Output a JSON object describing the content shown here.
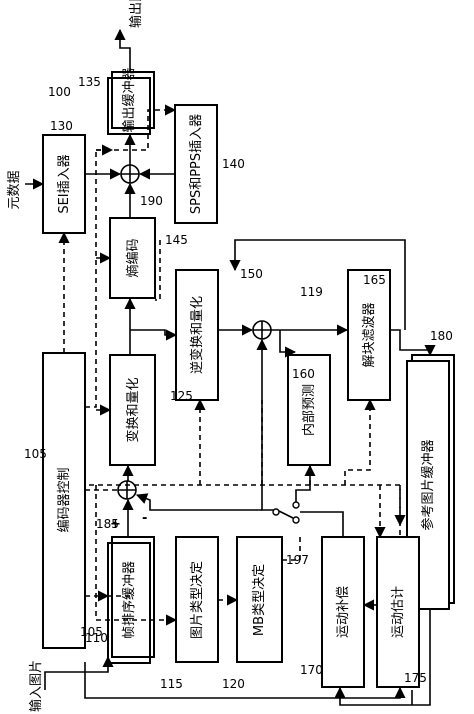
{
  "figure_number": "100",
  "blocks": {
    "encoder_control": {
      "label": "编码器控制",
      "ref": "105"
    },
    "frame_reorder": {
      "label": "帧排序缓冲器",
      "ref": "110"
    },
    "picture_type": {
      "label": "图片类型决定",
      "ref": "115"
    },
    "mb_type": {
      "label": "MB类型决定",
      "ref": "120"
    },
    "transform_quant": {
      "label": "变换和量化",
      "ref": "125"
    },
    "sei_inserter": {
      "label": "SEI插入器",
      "ref": "130"
    },
    "output_buffer": {
      "label": "输出缓冲器",
      "ref": "135"
    },
    "sps_pps": {
      "label": "SPS和PPS插入器",
      "ref": "140"
    },
    "entropy": {
      "label": "熵编码",
      "ref": "145"
    },
    "inverse_tq": {
      "label": "逆变换和量化",
      "ref": "150"
    },
    "intra_pred": {
      "label": "内部预测",
      "ref": "160"
    },
    "deblock": {
      "label": "解块滤波器",
      "ref": "165"
    },
    "motion_comp": {
      "label": "运动补偿",
      "ref": "170"
    },
    "motion_est": {
      "label": "运动估计",
      "ref": "175"
    },
    "ref_buffer": {
      "label": "参考图片缓冲器",
      "ref": "180"
    }
  },
  "junctions": {
    "combiner_185": {
      "ref": "185",
      "sign_plus": "+",
      "sign_minus": "-"
    },
    "combiner_119": {
      "ref": "119"
    },
    "combiner_190": {
      "ref": "190"
    },
    "switch_197": {
      "ref": "197"
    }
  },
  "io": {
    "input": "输入图片",
    "output": "输出比特流",
    "metadata": "元数据"
  }
}
